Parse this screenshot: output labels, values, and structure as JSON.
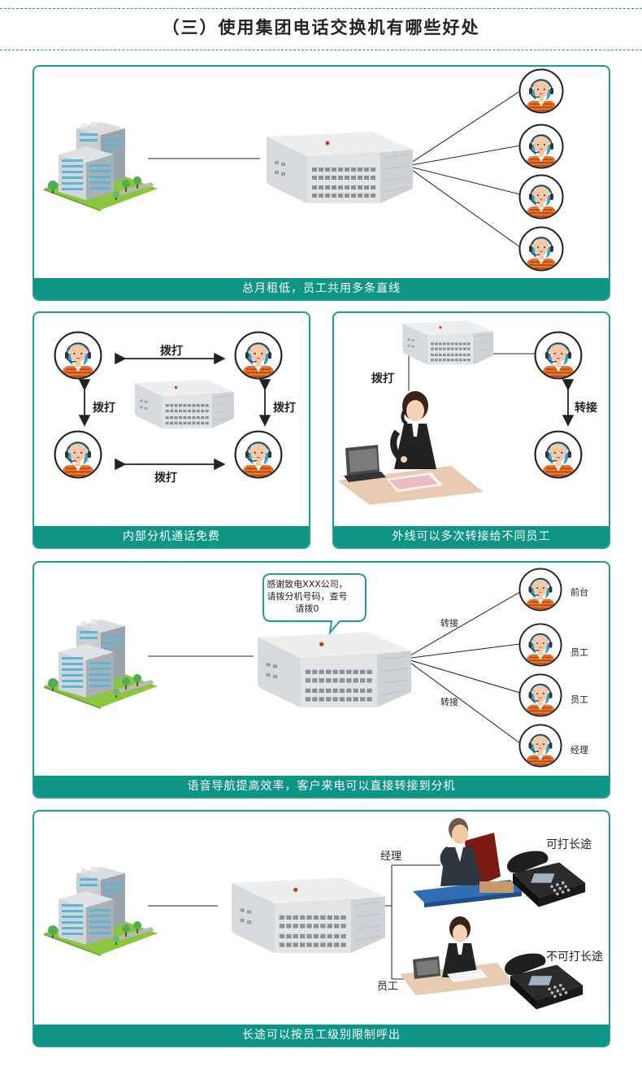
{
  "page": {
    "title": "（三）使用集团电话交换机有哪些好处"
  },
  "panel1": {
    "caption": "总月租低，员工共用多条直线"
  },
  "panel2": {
    "caption": "内部分机通话免费",
    "call_top": "拨打",
    "call_bottom": "拨打",
    "call_left": "拨打",
    "call_right": "拨打"
  },
  "panel3": {
    "caption": "外线可以多次转接给不同员工",
    "call": "拨打",
    "transfer": "转接"
  },
  "panel4": {
    "caption": "语音导航提高效率，客户来电可以直接转接到分机",
    "bubble_line1": "感谢致电XXX公司，",
    "bubble_line2": "请拨分机号码，查号",
    "bubble_line3": "请拨0",
    "transfer_top": "转接",
    "transfer_bottom": "转接",
    "staff": [
      "前台",
      "员工",
      "员工",
      "经理"
    ]
  },
  "panel5": {
    "caption": "长途可以按员工级别限制呼出",
    "manager": "经理",
    "employee": "员工",
    "allowed": "可打长途",
    "denied": "不可打长途"
  },
  "colors": {
    "accent": "#0e9585",
    "border": "#1f9e8e",
    "headset_blue": "#2a9fd8",
    "shirt_orange": "#e8742c"
  },
  "icons": [
    "office-building-icon",
    "pbx-switch-icon",
    "operator-avatar-icon",
    "desk-phone-icon"
  ]
}
